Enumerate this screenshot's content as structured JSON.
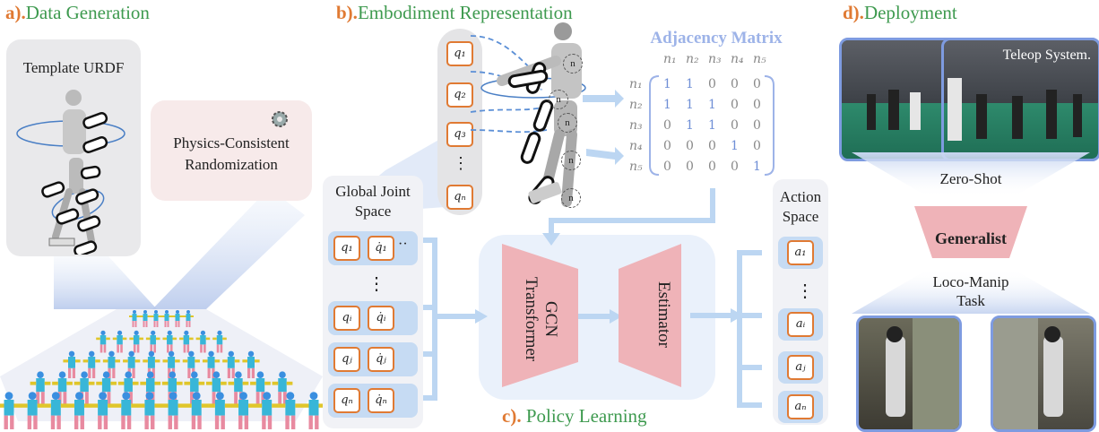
{
  "sections": {
    "a_prefix": "a).",
    "a_title": "Data Generation",
    "b_prefix": "b).",
    "b_title": "Embodiment Representation",
    "c_prefix": "c).",
    "c_title": " Policy Learning",
    "d_prefix": "d).",
    "d_title": "Deployment"
  },
  "data_generation": {
    "template_label": "Template URDF",
    "randomization_line1": "Physics-Consistent",
    "randomization_line2": "Randomization"
  },
  "embodiment": {
    "joint_tokens": [
      "q₁",
      "q₂",
      "q₃",
      "⋮",
      "qₙ"
    ],
    "node_labels": [
      "n",
      "n",
      "n",
      "n",
      "n"
    ],
    "matrix_title": "Adjacency Matrix",
    "matrix_col_labels": [
      "n₁",
      "n₂",
      "n₃",
      "n₄",
      "n₅"
    ],
    "matrix_row_labels": [
      "n₁",
      "n₂",
      "n₃",
      "n₄",
      "n₅"
    ],
    "matrix_rows": [
      [
        "1",
        "1",
        "0",
        "0",
        "0"
      ],
      [
        "1",
        "1",
        "1",
        "0",
        "0"
      ],
      [
        "0",
        "1",
        "1",
        "0",
        "0"
      ],
      [
        "0",
        "0",
        "0",
        "1",
        "0"
      ],
      [
        "0",
        "0",
        "0",
        "0",
        "1"
      ]
    ]
  },
  "policy": {
    "joint_space_line1": "Global Joint",
    "joint_space_line2": "Space",
    "joint_rows": [
      {
        "q": "q₁",
        "qd": "q̇₁",
        "extra": "··"
      },
      {
        "q": "⋮",
        "qd": "",
        "extra": ""
      },
      {
        "q": "qᵢ",
        "qd": "q̇ᵢ",
        "extra": ""
      },
      {
        "q": "qⱼ",
        "qd": "q̇ⱼ",
        "extra": ""
      },
      {
        "q": "qₙ",
        "qd": "q̇ₙ",
        "extra": ""
      }
    ],
    "gcn_line1": "GCN",
    "gcn_line2": "Transformer",
    "estimator_label": "Estimator",
    "action_space_line1": "Action",
    "action_space_line2": "Space",
    "action_tokens": [
      "a₁",
      "⋮",
      "aᵢ",
      "aⱼ",
      "aₙ"
    ]
  },
  "deployment": {
    "teleop_label": "Teleop System.",
    "zero_shot": "Zero-Shot",
    "generalist": "Generalist",
    "task_line1": "Loco-Manip",
    "task_line2": "Task"
  },
  "colors": {
    "section_title": "#3e9a4f",
    "section_prefix": "#e07a33",
    "token_border": "#e07a33",
    "matrix_title": "#9db3e8",
    "pink": "#efb3b8",
    "blue_slot": "#c6dbf3",
    "arrow": "#bcd6f2"
  }
}
